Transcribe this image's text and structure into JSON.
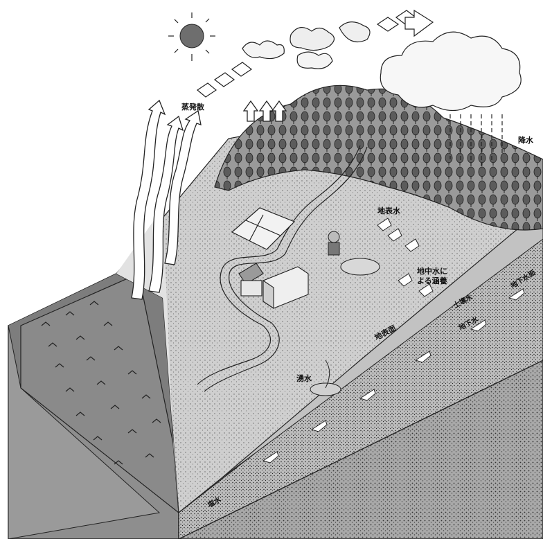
{
  "labels": {
    "evaporation": "蒸発散",
    "precipitation": "降水",
    "surface_water": "地表水",
    "groundwater_recharge_line1": "地中水に",
    "groundwater_recharge_line2": "よる涵養",
    "ground_surface": "地表面",
    "soil_water": "土壌水",
    "groundwater": "地下水",
    "water_table": "地下水面",
    "spring": "湧水",
    "salt_water": "塩水"
  }
}
